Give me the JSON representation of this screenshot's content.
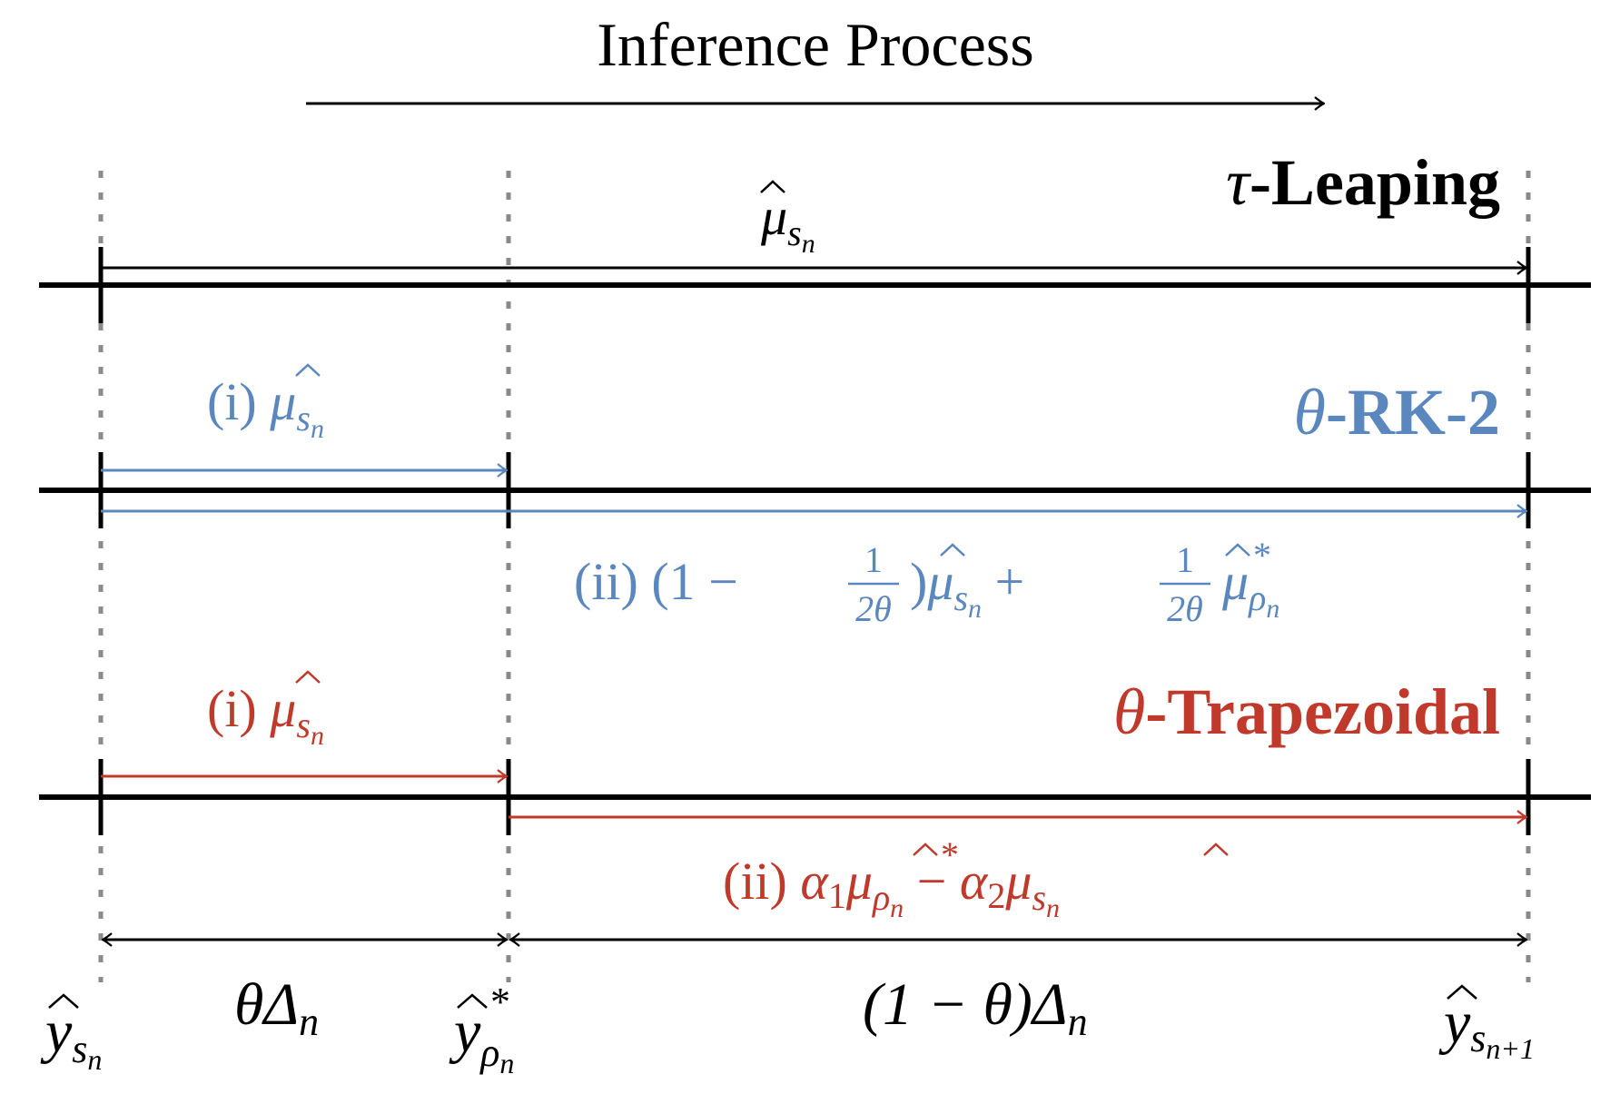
{
  "title": "Inference Process",
  "colors": {
    "black": "#000000",
    "blue": "#5b87bf",
    "red": "#c0392b",
    "guide": "#8a8a8a"
  },
  "points": {
    "start": {
      "base": "y",
      "sub": "s",
      "subsub": "n"
    },
    "mid": {
      "base": "y",
      "sup": "*",
      "sub": "ρ",
      "subsub": "n"
    },
    "end": {
      "base": "y",
      "sub": "s",
      "subsub": "n+1"
    }
  },
  "intervals": {
    "first": {
      "prefix": "θΔ",
      "sub": "n"
    },
    "second": {
      "prefix": "(1 − θ)Δ",
      "sub": "n"
    }
  },
  "methods": [
    {
      "name_symbol": "τ",
      "name_text": "-Leaping",
      "color": "black",
      "steps": [
        {
          "label": "μ",
          "sub": "s",
          "subsub": "n"
        }
      ]
    },
    {
      "name_symbol": "θ",
      "name_text": "-RK-2",
      "color": "blue",
      "steps": [
        {
          "prefix": "(i) ",
          "label": "μ",
          "sub": "s",
          "subsub": "n"
        },
        {
          "prefix": "(ii) ",
          "open": "(1 − ",
          "frac_num": "1",
          "frac_den": "2θ",
          "close": ")",
          "term1": "μ",
          "term1_sub": "s",
          "term1_subsub": "n",
          "plus": " + ",
          "term2": "μ",
          "term2_sup": "*",
          "term2_sub": "ρ",
          "term2_subsub": "n"
        }
      ]
    },
    {
      "name_symbol": "θ",
      "name_text": "-Trapezoidal",
      "color": "red",
      "steps": [
        {
          "prefix": "(i) ",
          "label": "μ",
          "sub": "s",
          "subsub": "n"
        },
        {
          "prefix": "(ii) ",
          "a1": "α",
          "a1_sub": "1",
          "term1": "μ",
          "term1_sup": "*",
          "term1_sub": "ρ",
          "term1_subsub": "n",
          "minus": " − ",
          "a2": "α",
          "a2_sub": "2",
          "term2": "μ",
          "term2_sub": "s",
          "term2_subsub": "n"
        }
      ]
    }
  ]
}
